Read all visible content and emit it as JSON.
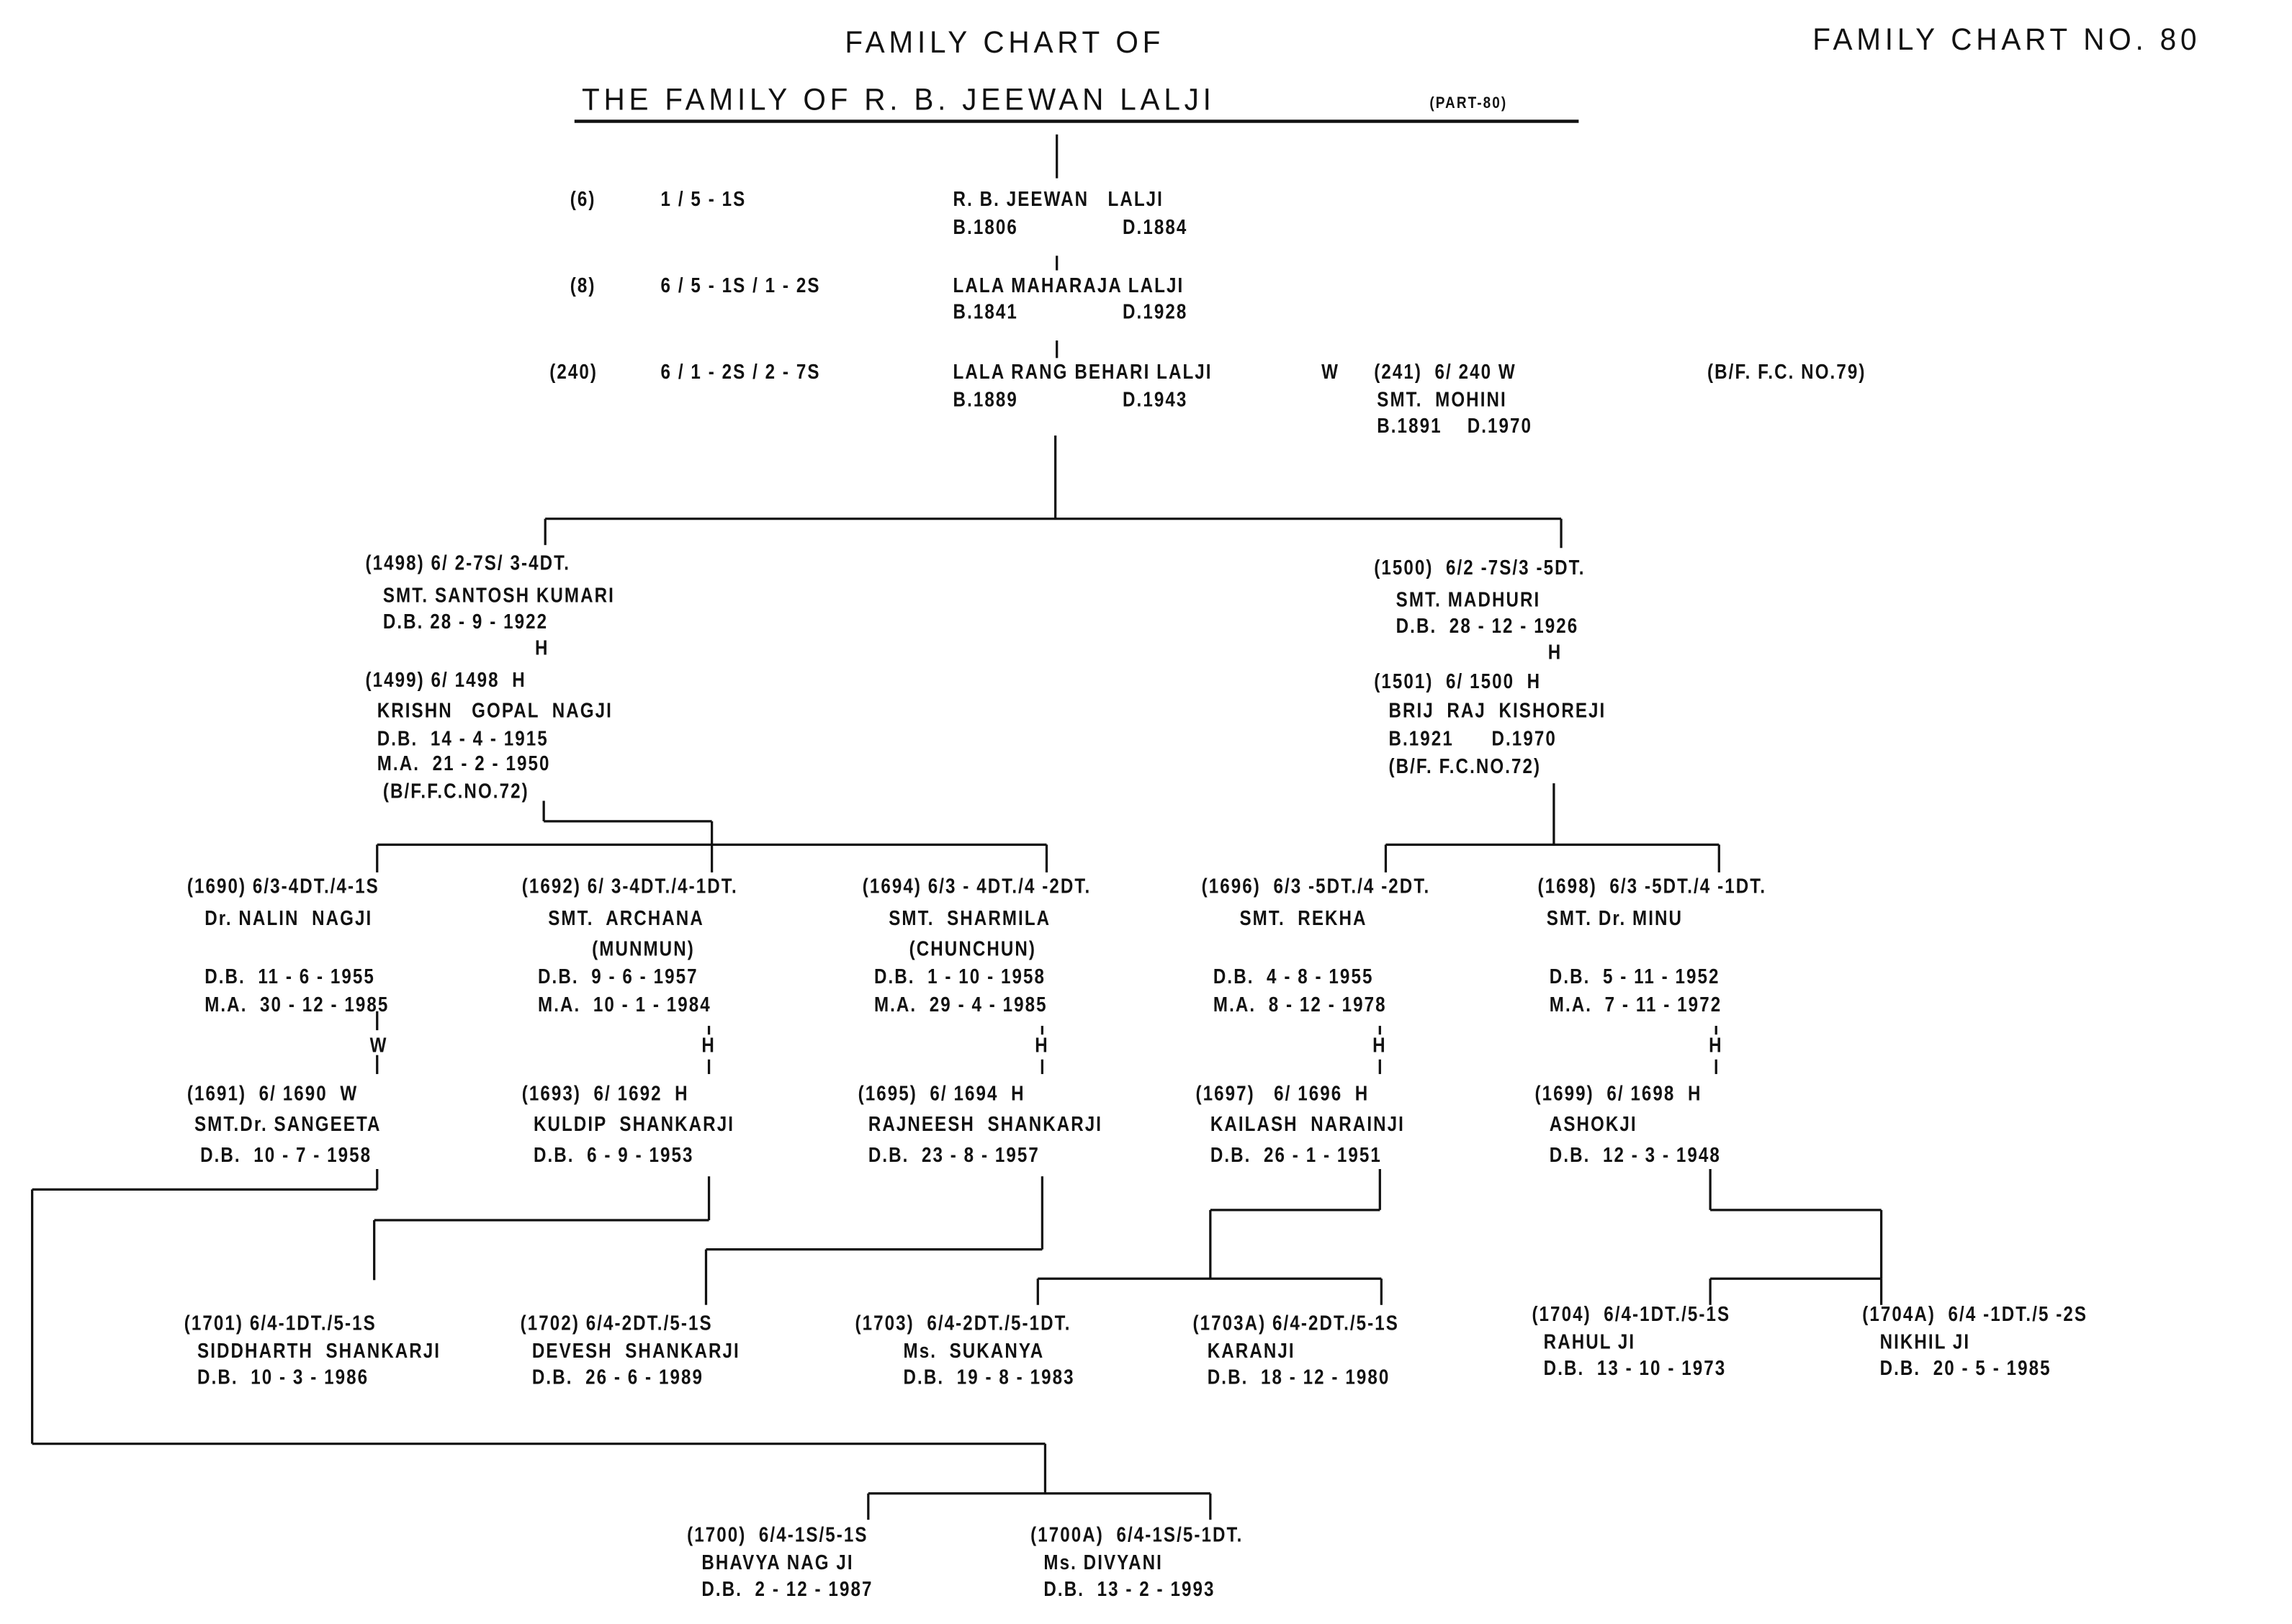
{
  "header": {
    "title1": "FAMILY CHART OF",
    "title2": "THE FAMILY OF R. B. JEEWAN LALJI",
    "part": "(PART-80)",
    "chart_no": "FAMILY CHART NO. 80"
  },
  "ancestors": [
    {
      "id": "(6)",
      "code": "1 / 5 - 1S",
      "name": "R. B. JEEWAN   LALJI",
      "birth": "B.1806",
      "death": "D.1884"
    },
    {
      "id": "(8)",
      "code": "6 / 5 - 1S / 1 - 2S",
      "name": "LALA MAHARAJA LALJI",
      "birth": "B.1841",
      "death": "D.1928"
    },
    {
      "id": "(240)",
      "code": "6 / 1 - 2S / 2 - 7S",
      "name": "LALA RANG BEHARI LALJI",
      "birth": "B.1889",
      "death": "D.1943"
    }
  ],
  "spouse241": {
    "rel": "W",
    "id": "(241)  6/ 240 W",
    "name": "SMT.  MOHINI",
    "dates": "B.1891    D.1970",
    "ref": "(B/F. F.C. NO.79)"
  },
  "gen2": [
    {
      "lines": [
        "(1498) 6/ 2-7S/ 3-4DT.",
        "SMT. SANTOSH KUMARI",
        "D.B. 28 - 9 - 1922"
      ],
      "rel": "H",
      "spouse": [
        "(1499) 6/ 1498  H",
        "KRISHN   GOPAL  NAGJI",
        "D.B.  14 - 4 - 1915",
        "M.A.  21 - 2 - 1950",
        "(B/F.F.C.NO.72)"
      ]
    },
    {
      "lines": [
        "(1500)  6/2 -7S/3 -5DT.",
        "SMT. MADHURI",
        "D.B.  28 - 12 - 1926"
      ],
      "rel": "H",
      "spouse": [
        "(1501)  6/ 1500  H",
        "BRIJ  RAJ  KISHOREJI",
        "B.1921      D.1970",
        "(B/F. F.C.NO.72)"
      ]
    }
  ],
  "gen3": [
    {
      "head": "(1690) 6/3-4DT./4-1S",
      "name": "Dr. NALIN  NAGJI",
      "nick": "",
      "db": "D.B.  11 - 6 - 1955",
      "ma": "M.A.  30 - 12 - 1985",
      "rel": "W",
      "s_head": "(1691)  6/ 1690  W",
      "s_name": "SMT.Dr. SANGEETA",
      "s_db": "D.B.  10 - 7 - 1958"
    },
    {
      "head": "(1692) 6/ 3-4DT./4-1DT.",
      "name": "SMT.  ARCHANA",
      "nick": "(MUNMUN)",
      "db": "D.B.  9 - 6 - 1957",
      "ma": "M.A.  10 - 1 - 1984",
      "rel": "H",
      "s_head": "(1693)  6/ 1692  H",
      "s_name": "KULDIP  SHANKARJI",
      "s_db": "D.B.  6 - 9 - 1953"
    },
    {
      "head": "(1694) 6/3 - 4DT./4 -2DT.",
      "name": "SMT.  SHARMILA",
      "nick": "(CHUNCHUN)",
      "db": "D.B.  1 - 10 - 1958",
      "ma": "M.A.  29 - 4 - 1985",
      "rel": "H",
      "s_head": "(1695)  6/ 1694  H",
      "s_name": "RAJNEESH  SHANKARJI",
      "s_db": "D.B.  23 - 8 - 1957"
    },
    {
      "head": "(1696)  6/3 -5DT./4 -2DT.",
      "name": "SMT.  REKHA",
      "nick": "",
      "db": "D.B.  4 - 8 - 1955",
      "ma": "M.A.  8 - 12 - 1978",
      "rel": "H",
      "s_head": "(1697)   6/ 1696  H",
      "s_name": "KAILASH  NARAINJI",
      "s_db": "D.B.  26 - 1 - 1951"
    },
    {
      "head": "(1698)  6/3 -5DT./4 -1DT.",
      "name": "SMT. Dr. MINU",
      "nick": "",
      "db": "D.B.  5 - 11 - 1952",
      "ma": "M.A.  7 - 11 - 1972",
      "rel": "H",
      "s_head": "(1699)  6/ 1698  H",
      "s_name": "ASHOKJI",
      "s_db": "D.B.  12 - 3 - 1948"
    }
  ],
  "gen4": [
    {
      "head": "(1701) 6/4-1DT./5-1S",
      "name": "SIDDHARTH  SHANKARJI",
      "db": "D.B.  10 - 3 - 1986"
    },
    {
      "head": "(1702) 6/4-2DT./5-1S",
      "name": "DEVESH  SHANKARJI",
      "db": "D.B.  26 - 6 - 1989"
    },
    {
      "head": "(1703)  6/4-2DT./5-1DT.",
      "name": "Ms.  SUKANYA",
      "db": "D.B.  19 - 8 - 1983"
    },
    {
      "head": "(1703A) 6/4-2DT./5-1S",
      "name": "KARANJI",
      "db": "D.B.  18 - 12 - 1980"
    },
    {
      "head": "(1704)  6/4-1DT./5-1S",
      "name": "RAHUL JI",
      "db": "D.B.  13 - 10 - 1973"
    },
    {
      "head": "(1704A)  6/4 -1DT./5 -2S",
      "name": "NIKHIL JI",
      "db": "D.B.  20 - 5 - 1985"
    },
    {
      "head": "(1700)  6/4-1S/5-1S",
      "name": "BHAVYA NAG JI",
      "db": "D.B.  2 - 12 - 1987"
    },
    {
      "head": "(1700A)  6/4-1S/5-1DT.",
      "name": "Ms. DIVYANI",
      "db": "D.B.  13 - 2 - 1993"
    }
  ]
}
